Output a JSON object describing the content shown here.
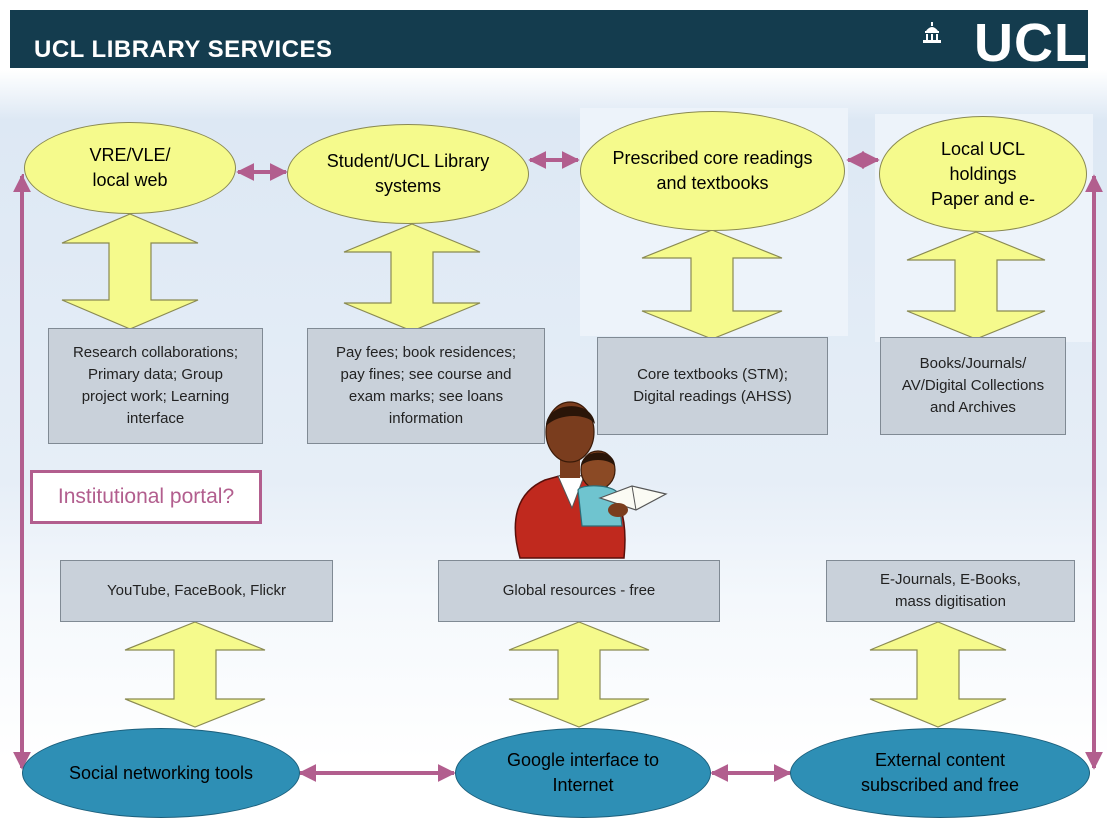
{
  "header": {
    "title": "UCL LIBRARY SERVICES",
    "logo": "UCL",
    "logo_icon": "building-dome-icon"
  },
  "top_nodes": [
    {
      "id": "vre",
      "label": "VRE/VLE/\nlocal web"
    },
    {
      "id": "systems",
      "label": "Student/UCL Library\nsystems"
    },
    {
      "id": "core",
      "label": "Prescribed core readings\nand textbooks"
    },
    {
      "id": "holdings",
      "label": "Local UCL\nholdings\nPaper and e-"
    }
  ],
  "top_boxes": [
    {
      "id": "research",
      "text": "Research collaborations;\nPrimary data; Group\nproject work; Learning\ninterface"
    },
    {
      "id": "fees",
      "text": "Pay fees; book residences;\npay fines; see course and\nexam marks; see loans\ninformation"
    },
    {
      "id": "textbooks",
      "text": "Core textbooks (STM);\nDigital readings (AHSS)"
    },
    {
      "id": "books",
      "text": "Books/Journals/\nAV/Digital Collections\nand Archives"
    }
  ],
  "portal": {
    "label": "Institutional portal?"
  },
  "bottom_boxes": [
    {
      "id": "social-media",
      "text": "YouTube, FaceBook, Flickr"
    },
    {
      "id": "global",
      "text": "Global resources - free"
    },
    {
      "id": "ejournals",
      "text": "E-Journals, E-Books,\nmass digitisation"
    }
  ],
  "bottom_nodes": [
    {
      "id": "social",
      "label": "Social networking tools"
    },
    {
      "id": "google",
      "label": "Google interface to\nInternet"
    },
    {
      "id": "external",
      "label": "External content\nsubscribed and free"
    }
  ],
  "illustration": {
    "name": "adult-reading-to-child-clipart"
  },
  "colors": {
    "header_bg": "#143c4e",
    "yellow_fill": "#f5fa8c",
    "blue_fill": "#2e8fb5",
    "grey_box": "#c9d1da",
    "connector": "#b25e8e",
    "portal_text": "#b25e8e"
  }
}
